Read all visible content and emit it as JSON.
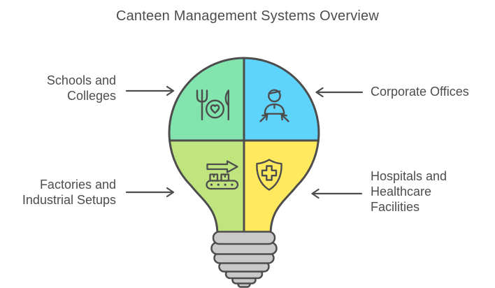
{
  "title": "Canteen Management Systems Overview",
  "colors": {
    "outline": "#4d4d4d",
    "text": "#4d4d4d",
    "base_fill": "#c9c9c9",
    "background": "#ffffff"
  },
  "quadrants": [
    {
      "name": "schools-colleges",
      "position": "top-left",
      "color": "#82e5ae",
      "icon": "meal-plate-icon",
      "label_line1": "Schools and",
      "label_line2": "Colleges"
    },
    {
      "name": "corporate-offices",
      "position": "top-right",
      "color": "#5ed3fb",
      "icon": "person-focus-icon",
      "label_line1": "Corporate Offices"
    },
    {
      "name": "factories-industrial",
      "position": "bottom-left",
      "color": "#c0e57f",
      "icon": "conveyor-belt-icon",
      "label_line1": "Factories and",
      "label_line2": "Industrial Setups"
    },
    {
      "name": "hospitals-healthcare",
      "position": "bottom-right",
      "color": "#ffe95e",
      "icon": "medical-shield-icon",
      "label_line1": "Hospitals and",
      "label_line2": "Healthcare",
      "label_line3": "Facilities"
    }
  ]
}
